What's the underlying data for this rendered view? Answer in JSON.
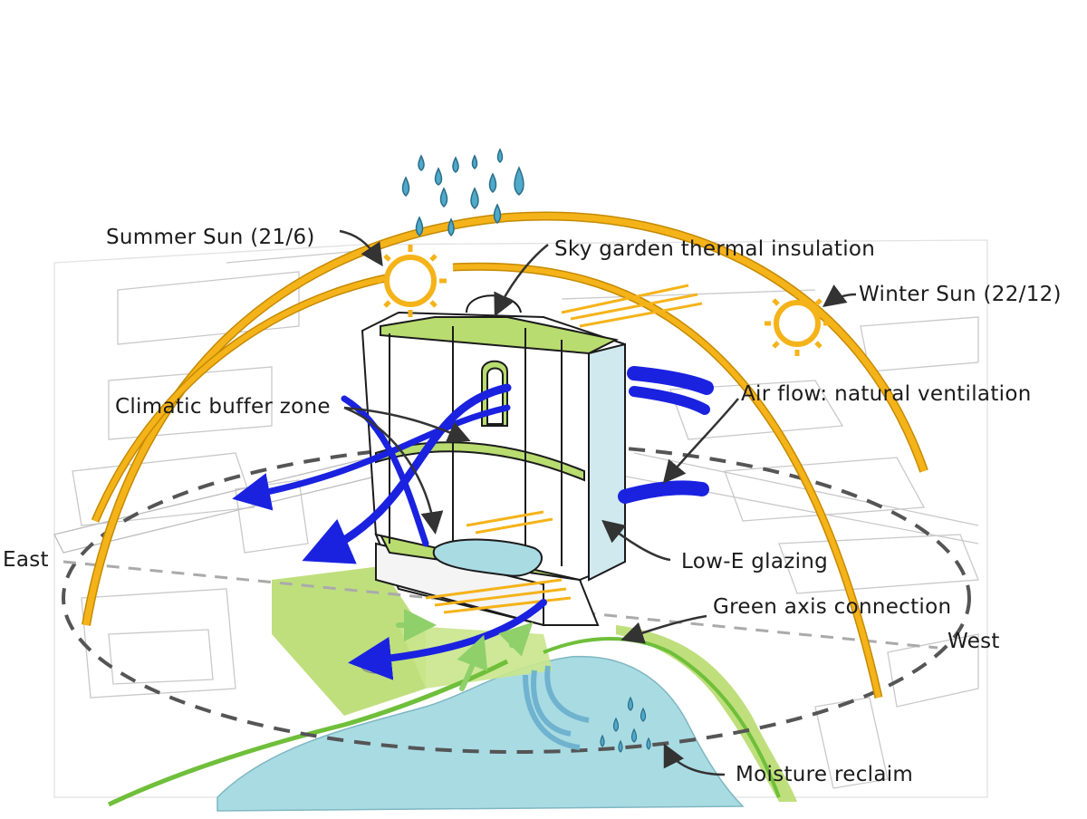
{
  "labels": {
    "summer_sun": "Summer Sun (21/6)",
    "winter_sun": "Winter Sun (22/12)",
    "sky_garden": "Sky garden thermal insulation",
    "buffer_zone": "Climatic buffer zone",
    "air_flow": "Air flow: natural ventilation",
    "low_e": "Low-E glazing",
    "green_axis": "Green axis connection",
    "moisture": "Moisture reclaim",
    "east": "East",
    "west": "West"
  },
  "colors": {
    "sun_path": "#f5b31a",
    "sun_outline": "#c58a00",
    "airflow": "#1a22e0",
    "water": "#a9dbe3",
    "rain": "#4fa9c9",
    "greenery": "#b8dc6f",
    "green_line": "#6fbf3a",
    "building": "#ffffff",
    "glazing": "#cfe9ef",
    "orbit_dash": "#555555",
    "context": "#c9c9c9"
  },
  "icons": [
    "rain-drops-icon",
    "summer-sun-icon",
    "winter-sun-icon",
    "airflow-arrow-icon",
    "moisture-arrow-icon"
  ]
}
